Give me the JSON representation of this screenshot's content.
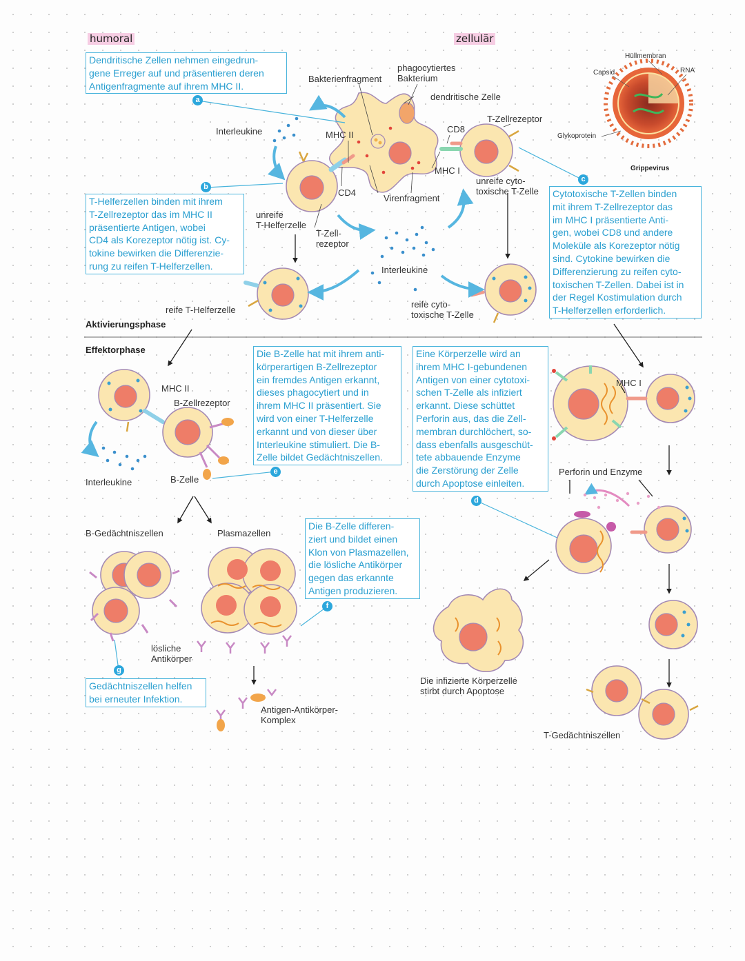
{
  "headings": {
    "humoral": "humoral",
    "zellular": "zellulär"
  },
  "phases": {
    "activation": "Aktivierungsphase",
    "effector": "Effektorphase"
  },
  "boxes": {
    "a": {
      "badge": "a",
      "text": "Dendritische Zellen nehmen eingedrun-\ngene Erreger auf und präsentieren deren\nAntigenfragmente auf ihrem MHC II."
    },
    "b": {
      "badge": "b",
      "text": "T-Helferzellen binden mit ihrem\nT-Zellrezeptor das im MHC II\npräsentierte Antigen, wobei\nCD4 als Korezeptor nötig ist. Cy-\ntokine bewirken die Differenzie-\nrung zu reifen T-Helferzellen."
    },
    "c": {
      "badge": "c",
      "text": "Cytotoxische T-Zellen binden\nmit ihrem T-Zellrezeptor das\nim MHC I präsentierte Anti-\ngen, wobei CD8 und andere\nMoleküle als Korezeptor nötig\nsind. Cytokine bewirken die\nDifferenzierung zu reifen cyto-\ntoxischen T-Zellen. Dabei ist in\nder Regel Kostimulation durch\nT-Helferzellen erforderlich."
    },
    "d": {
      "badge": "d",
      "text": "Eine Körperzelle wird an\nihrem MHC I-gebundenen\nAntigen von einer cytotoxi-\nschen T-Zelle als infiziert\nerkannt. Diese schüttet\nPerforin aus, das die Zell-\nmembran durchlöchert, so-\ndass ebenfalls ausgeschüt-\ntete abbauende Enzyme\ndie Zerstörung der Zelle\ndurch Apoptose einleiten."
    },
    "e": {
      "badge": "e",
      "text": "Die B-Zelle hat mit ihrem anti-\nkörperartigen B-Zellrezeptor\nein fremdes Antigen erkannt,\ndieses phagocytiert und in\nihrem MHC II präsentiert. Sie\nwird von einer T-Helferzelle\nerkannt und von dieser über\nInterleukine stimuliert. Die B-\nZelle bildet Gedächtniszellen."
    },
    "f": {
      "badge": "f",
      "text": "Die B-Zelle differen-\nziert und bildet einen\nKlon von Plasmazellen,\ndie lösliche Antikörper\ngegen das erkannte\nAntigen produzieren."
    },
    "g": {
      "badge": "g",
      "text": "Gedächtniszellen helfen\nbei erneuter Infektion."
    }
  },
  "labels": {
    "phagocytiertes": "phagocytiertes\nBakterium",
    "bakterienfragment": "Bakterienfragment",
    "dendritische": "dendritische Zelle",
    "interleukine_top": "Interleukine",
    "mhc2": "MHC II",
    "cd8": "CD8",
    "tzellrezeptor_top": "T-Zellrezeptor",
    "mhc1": "MHC I",
    "cd4": "CD4",
    "virenfragment": "Virenfragment",
    "unreife_cyto": "unreife cyto-\ntoxische T-Zelle",
    "unreife_th": "unreife\nT-Helferzelle",
    "tzell_rezeptor": "T-Zell-\nrezeptor",
    "interleukine_mid": "Interleukine",
    "reife_th": "reife T-Helferzelle",
    "reife_cyto": "reife cyto-\ntoxische T-Zelle",
    "mhc2_b": "MHC II",
    "bzellrezeptor": "B-Zellrezeptor",
    "interleukine_left": "Interleukine",
    "bzelle": "B-Zelle",
    "mhc1_d": "MHC I",
    "perforin": "Perforin und Enzyme",
    "b_gedaechtnis": "B-Gedächtniszellen",
    "plasmazellen": "Plasmazellen",
    "loesliche": "lösliche\nAntikörper",
    "komplex": "Antigen-Antikörper-\nKomplex",
    "apoptose": "Die infizierte Körperzelle\nstirbt durch Apoptose",
    "t_gedaechtnis": "T-Gedächtniszellen"
  },
  "virus": {
    "huellmembran": "Hüllmembran",
    "capsid": "Capsid",
    "rna": "RNA",
    "glykoprotein": "Glykoprotein",
    "grippevirus": "Grippevirus"
  },
  "colors": {
    "text_blue": "#2a9fd0",
    "border_blue": "#49b4dc",
    "cell_fill": "#fbe6b0",
    "cell_edge": "#a48ab4",
    "nucleus": "#ee7d68",
    "highlight": "#f6cde3"
  }
}
